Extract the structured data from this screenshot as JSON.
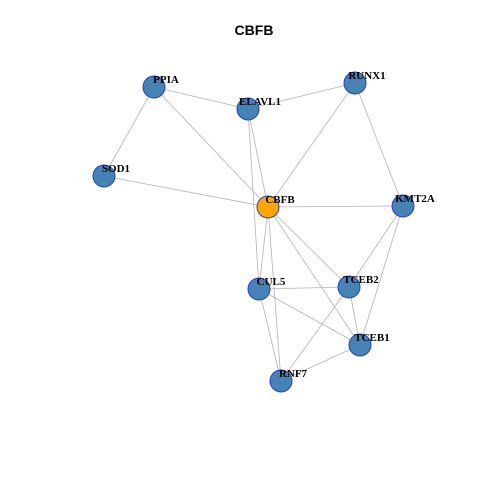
{
  "title": "CBFB",
  "colors": {
    "node_fill": "#4682b4",
    "center_fill": "#ffa500",
    "node_border": "#2a3fc8",
    "edge": "#b3b3b3"
  },
  "nodes": [
    {
      "id": "PPIA",
      "label": "PPIA",
      "center": false
    },
    {
      "id": "ELAVL1",
      "label": "ELAVL1",
      "center": false
    },
    {
      "id": "RUNX1",
      "label": "RUNX1",
      "center": false
    },
    {
      "id": "SOD1",
      "label": "SOD1",
      "center": false
    },
    {
      "id": "CBFB",
      "label": "CBFB",
      "center": true
    },
    {
      "id": "KMT2A",
      "label": "KMT2A",
      "center": false
    },
    {
      "id": "TCEB2",
      "label": "TCEB2",
      "center": false
    },
    {
      "id": "CUL5",
      "label": "CUL5",
      "center": false
    },
    {
      "id": "TCEB1",
      "label": "TCEB1",
      "center": false
    },
    {
      "id": "RNF7",
      "label": "RNF7",
      "center": false
    }
  ],
  "edges": [
    [
      "PPIA",
      "ELAVL1"
    ],
    [
      "PPIA",
      "SOD1"
    ],
    [
      "PPIA",
      "CBFB"
    ],
    [
      "ELAVL1",
      "RUNX1"
    ],
    [
      "ELAVL1",
      "CBFB"
    ],
    [
      "ELAVL1",
      "CUL5"
    ],
    [
      "RUNX1",
      "CBFB"
    ],
    [
      "RUNX1",
      "KMT2A"
    ],
    [
      "SOD1",
      "CBFB"
    ],
    [
      "CBFB",
      "KMT2A"
    ],
    [
      "CBFB",
      "TCEB2"
    ],
    [
      "CBFB",
      "TCEB1"
    ],
    [
      "CBFB",
      "CUL5"
    ],
    [
      "CBFB",
      "RNF7"
    ],
    [
      "KMT2A",
      "TCEB2"
    ],
    [
      "KMT2A",
      "TCEB1"
    ],
    [
      "CUL5",
      "TCEB2"
    ],
    [
      "CUL5",
      "TCEB1"
    ],
    [
      "CUL5",
      "RNF7"
    ],
    [
      "TCEB2",
      "TCEB1"
    ],
    [
      "TCEB2",
      "RNF7"
    ],
    [
      "TCEB1",
      "RNF7"
    ]
  ]
}
